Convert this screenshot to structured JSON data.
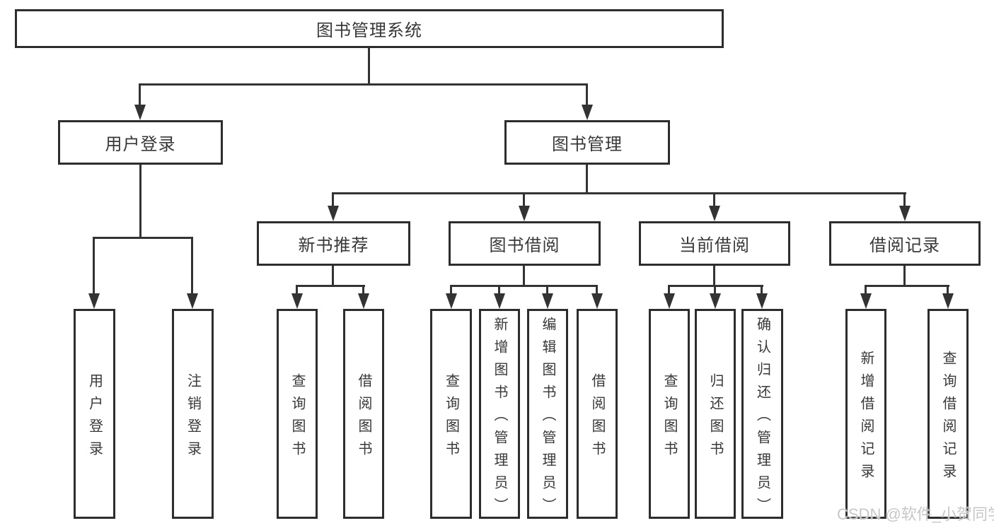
{
  "diagram": {
    "root": {
      "label": "图书管理系统"
    },
    "level2": {
      "user_login": {
        "label": "用户登录"
      },
      "book_management": {
        "label": "图书管理"
      }
    },
    "level3": {
      "new_book_recommend": {
        "label": "新书推荐"
      },
      "book_borrow": {
        "label": "图书借阅"
      },
      "current_borrow": {
        "label": "当前借阅"
      },
      "borrow_records": {
        "label": "借阅记录"
      }
    },
    "leaves": {
      "login": [
        {
          "label": "用户登录"
        },
        {
          "label": "注销登录"
        }
      ],
      "recommend": [
        {
          "label": "查询图书"
        },
        {
          "label": "借阅图书"
        }
      ],
      "borrow": [
        {
          "label": "查询图书"
        },
        {
          "label": "新增图书（管理员）"
        },
        {
          "label": "编辑图书（管理员）"
        },
        {
          "label": "借阅图书"
        }
      ],
      "current": [
        {
          "label": "查询图书"
        },
        {
          "label": "归还图书"
        },
        {
          "label": "确认归还（管理员）"
        }
      ],
      "records": [
        {
          "label": "新增借阅记录"
        },
        {
          "label": "查询借阅记录"
        }
      ]
    }
  },
  "watermark": {
    "text": "CSDN @软件_小贺同学"
  },
  "colors": {
    "line": "#333333",
    "box_border": "#2d2d2d",
    "text": "#383838",
    "watermark": "#c7c7c7",
    "background": "#ffffff"
  }
}
